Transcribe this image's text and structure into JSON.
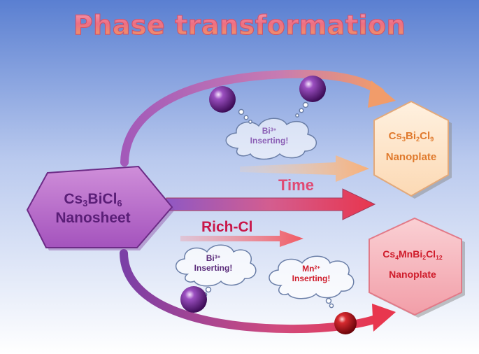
{
  "title": "Phase transformation",
  "source": {
    "formula": [
      "Cs",
      "3",
      "BiCl",
      "6"
    ],
    "label": "Nanosheet"
  },
  "top_product": {
    "formula": [
      "Cs",
      "3",
      "Bi",
      "2",
      "Cl",
      "9"
    ],
    "label": "Nanoplate"
  },
  "bottom_product": {
    "formula": [
      "Cs",
      "4",
      "MnBi",
      "2",
      "Cl",
      "12"
    ],
    "label": "Nanoplate"
  },
  "arrows": {
    "time_label": "Time",
    "richcl_label": "Rich-Cl"
  },
  "clouds": {
    "top": {
      "ion": "Bi",
      "charge": "3+",
      "text": "Inserting!"
    },
    "bottom_left": {
      "ion": "Bi",
      "charge": "3+",
      "text": "Inserting!"
    },
    "bottom_right": {
      "ion": "Mn",
      "charge": "2+",
      "text": "Inserting!"
    }
  },
  "colors": {
    "source_hex": "#b768c8",
    "top_hex": "#fde4c8",
    "bottom_hex": "#f6b6bf",
    "bi_ion": "#5b1877",
    "mn_ion": "#b1121a",
    "time_arrow": "#e0365a",
    "richcl_arrow": "#f06b72"
  }
}
